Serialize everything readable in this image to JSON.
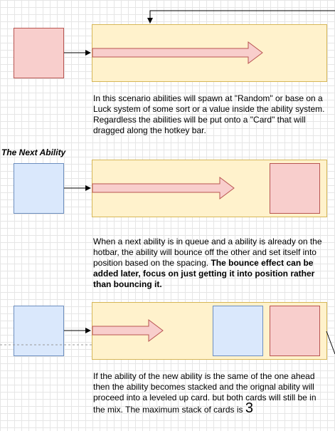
{
  "scenario1": {
    "text": "In this scenario abilities will spawn at \"Random\" or base on a Luck system of some sort or a value inside the ability system. Regardless the abilities will be put onto a \"Card\" that will dragged along the hotkey bar."
  },
  "scenario2": {
    "title": "The Next Ability",
    "text_normal": "When a next ability is in queue and a ability is already on the hotbar, the ability will bounce off the other and set itself into position based on the spacing. ",
    "text_bold": "The bounce effect can be added later, focus on just getting it into position rather than bouncing it."
  },
  "scenario3": {
    "text": "If the ability of the new ability is the same of the one ahead then the ability becomes stacked and the orignal ability will proceed into a leveled up card. but both cards will still be in the mix. The maximum stack of cards is ",
    "max_stack": "3"
  },
  "colors": {
    "pink_fill": "#f8cecc",
    "pink_stroke": "#b85450",
    "blue_fill": "#dae8fc",
    "blue_stroke": "#6c8ebf",
    "bar_fill": "#fff2cc",
    "bar_stroke": "#d6b656"
  }
}
